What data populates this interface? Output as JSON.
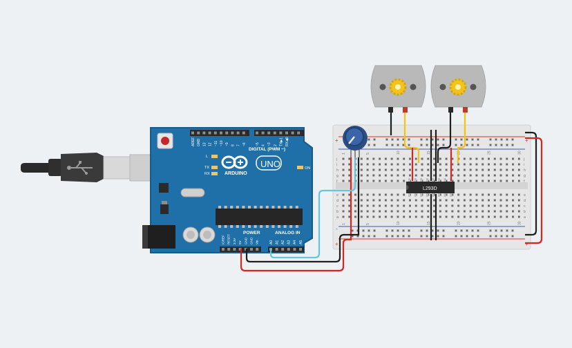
{
  "colors": {
    "canvas_bg": "#eef1f4",
    "board_blue": "#1f6fa8",
    "board_edge": "#175b8c",
    "header_black": "#2b2b2b",
    "breadboard": "#e6e6e6",
    "rail_red": "#d9322b",
    "rail_blue": "#3a5fb0",
    "wire_red": "#d6241f",
    "wire_black": "#1d1d1d",
    "wire_yellow": "#f2c40f",
    "wire_cyan": "#62c6dc",
    "chip_black": "#2a2a2a",
    "motor_body": "#b9b9b9",
    "gear_yellow": "#f2c31d",
    "pot_blue": "#2b4d86"
  },
  "arduino": {
    "brand": "ARDUINO",
    "model": "UNO",
    "header_digital": "DIGITAL (PWM ~)",
    "header_power": "POWER",
    "header_analog": "ANALOG IN",
    "led_l": "L",
    "led_tx": "TX",
    "led_rx": "RX",
    "led_on": "ON",
    "digital_pins": [
      "AREF",
      "GND",
      "13",
      "12",
      "~11",
      "~10",
      "~9",
      "8",
      "7",
      "~6",
      "~5",
      "4",
      "~3",
      "2",
      "TX▶1",
      "RX◀0"
    ],
    "power_pins": [
      "IOREF",
      "RESET",
      "3.3V",
      "5V",
      "GND",
      "GND",
      "Vin"
    ],
    "analog_pins": [
      "A0",
      "A1",
      "A2",
      "A3",
      "A4",
      "A5"
    ]
  },
  "breadboard": {
    "row_letters_top": [
      "j",
      "i",
      "h",
      "g",
      "f"
    ],
    "row_letters_bottom": [
      "e",
      "d",
      "c",
      "b",
      "a"
    ],
    "column_numbers": [
      "1",
      "5",
      "10",
      "15",
      "20",
      "25",
      "30"
    ],
    "rail_plus": "+",
    "rail_minus": "-"
  },
  "chip": {
    "label": "L293D"
  },
  "motors": [
    {
      "id": "motor-1"
    },
    {
      "id": "motor-2"
    }
  ],
  "potentiometer": {
    "id": "pot-1"
  }
}
